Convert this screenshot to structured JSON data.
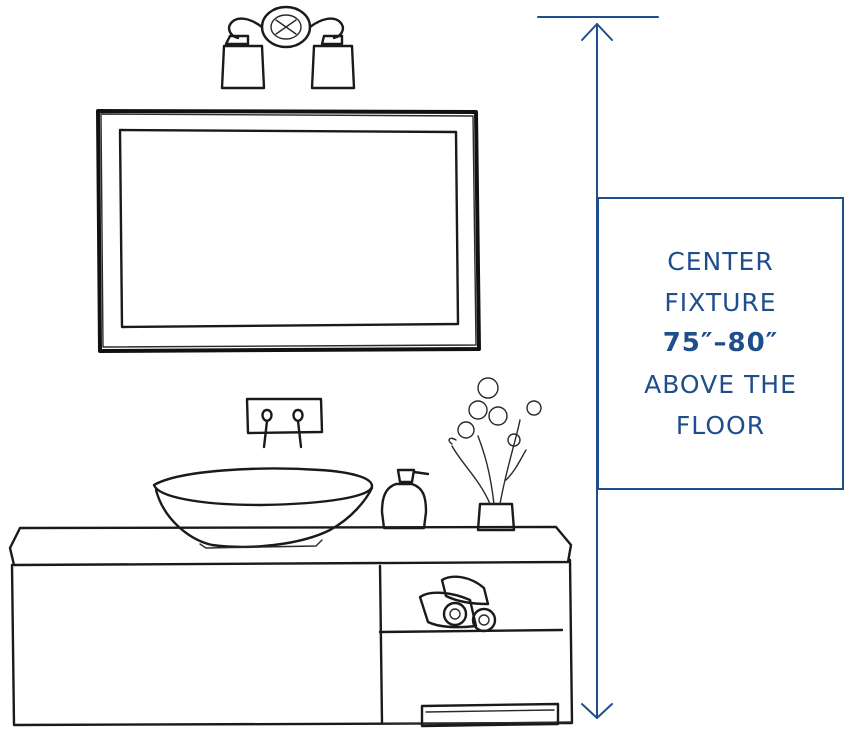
{
  "callout": {
    "line1": "CENTER",
    "line2": "FIXTURE",
    "measurement": "75″–80″",
    "line4": "ABOVE THE",
    "line5": "FLOOR"
  },
  "colors": {
    "accent": "#1f4e8c",
    "ink": "#1a1a1a",
    "background": "#ffffff"
  }
}
